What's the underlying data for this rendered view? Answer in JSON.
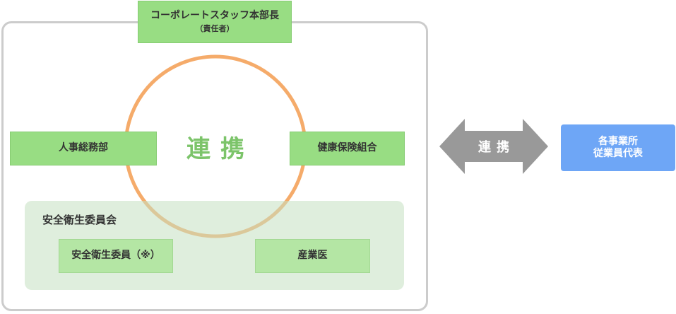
{
  "colors": {
    "green": "#98dd83",
    "light_green": "#b4e6a4",
    "committee_bg": "#c4e0c1",
    "circle": "#f5ab6a",
    "arrow": "#999999",
    "blue": "#6ea6f6",
    "frame": "#cccccc"
  },
  "head": {
    "title": "コーポレートスタッフ本部長",
    "subtitle": "（責任者）"
  },
  "center_label": "連携",
  "left_dept": "人事総務部",
  "right_dept": "健康保険組合",
  "committee": {
    "title": "安全衛生委員会",
    "member": "安全衛生委員（※）",
    "doctor": "産業医"
  },
  "arrow_label": "連携",
  "employee_rep": {
    "line1": "各事業所",
    "line2": "従業員代表"
  }
}
